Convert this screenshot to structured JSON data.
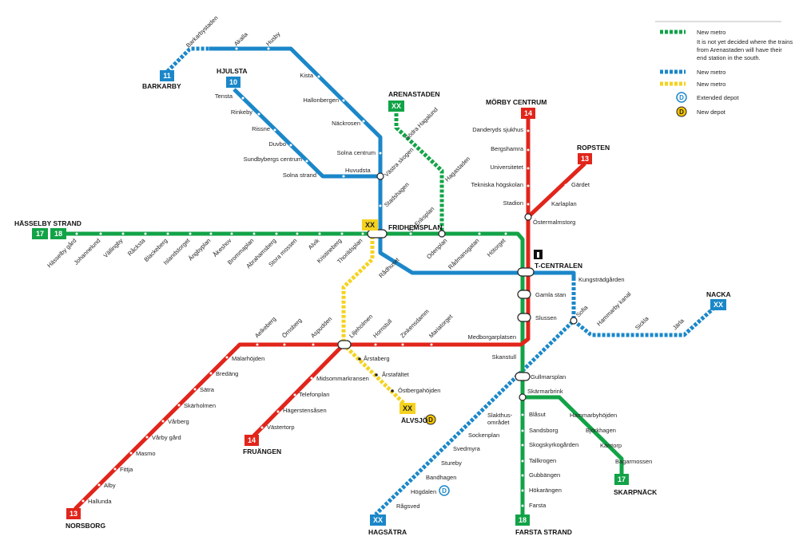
{
  "colors": {
    "blue": "#1b87c9",
    "red": "#e1251b",
    "green": "#12a347",
    "yellow": "#f5d21f",
    "depot_blue": "#1b87c9",
    "depot_yellow": "#f5c400"
  },
  "legend": {
    "new_metro_green": "New metro",
    "green_note_1": "It is not yet decided where the trains",
    "green_note_2": "from Arenastaden will have their",
    "green_note_3": "end station in the south.",
    "new_metro_blue": "New metro",
    "new_metro_yellow": "New metro",
    "extended_depot": "Extended depot",
    "new_depot": "New depot",
    "depot_letter": "D"
  },
  "terminals": {
    "barkarby": "BARKARBY",
    "hjulsta": "HJULSTA",
    "hasselby": "HÄSSELBY STRAND",
    "arenastaden": "ARENASTADEN",
    "morby": "MÖRBY CENTRUM",
    "ropsten": "ROPSTEN",
    "tcentralen": "T-CENTRALEN",
    "nacka": "NACKA",
    "fruangen": "FRUÄNGEN",
    "norsborg": "NORSBORG",
    "alvsjo": "ÄLVSJÖ",
    "hagsatra": "HAGSÄTRA",
    "farsta": "FARSTA STRAND",
    "skarpnack": "SKARPNÄCK",
    "fridhemsplan": "FRIDHEMSPLAN"
  },
  "badges": {
    "b11": "11",
    "b10": "10",
    "bxx_arena": "XX",
    "b14_morby": "14",
    "b13_ropsten": "13",
    "b17_hass": "17",
    "b18_hass": "18",
    "bxx_frid": "XX",
    "bxx_nacka": "XX",
    "b14_fru": "14",
    "b13_nors": "13",
    "bxx_alv": "XX",
    "bxx_hag": "XX",
    "b18_far": "18",
    "b17_skarp": "17"
  },
  "stations": {
    "barkarbystaden": "Barkarbystaden",
    "akalla": "Akalla",
    "husby": "Husby",
    "kista": "Kista",
    "hallonbergen": "Hallonbergen",
    "nackrosen": "Näckrosen",
    "solna_centrum": "Solna centrum",
    "vastra_skogen": "Västra skogen",
    "tensta": "Tensta",
    "rinkeby": "Rinkeby",
    "rissne": "Rissne",
    "duvbo": "Duvbo",
    "sundbybergs": "Sundbybergs centrum",
    "solna_strand": "Solna strand",
    "huvudsta": "Huvudsta",
    "stadshagen": "Stadshagen",
    "sodra_hagalund": "Södra Hagalund",
    "hagastaden": "Hagastaden",
    "danderyds": "Danderyds sjukhus",
    "bergshamra": "Bergshamra",
    "universitetet": "Universitetet",
    "tekniska": "Tekniska högskolan",
    "stadion": "Stadion",
    "ostermalmstorg": "Östermalmstorg",
    "gardet": "Gärdet",
    "karlaplan": "Karlaplan",
    "hasselby_gard": "Hässelby gård",
    "johannelund": "Johannelund",
    "vallingby": "Vällingby",
    "racksta": "Råcksta",
    "blackeberg": "Blackeberg",
    "islandstorget": "Islandstorget",
    "angbyplan": "Ängbyplan",
    "akeshov": "Åkeshov",
    "brommaplan": "Brommaplan",
    "abrahamsberg": "Abrahamsberg",
    "stora_mossen": "Stora mossen",
    "alvik": "Alvik",
    "kristineberg": "Kristineberg",
    "thorildsplan": "Thorildsplan",
    "st_eriksplan": "S:t Eriksplan",
    "odenplan": "Odenplan",
    "radmansgatan": "Rådmansgatan",
    "hotorget": "Hötorget",
    "radhuset": "Rådhuset",
    "kungstradgarden": "Kungsträdgården",
    "gamla_stan": "Gamla stan",
    "slussen": "Slussen",
    "sofia": "Sofia",
    "hammarby_kanal": "Hammarby kanal",
    "sickla": "Sickla",
    "jarla": "Järla",
    "medborgarplatsen": "Medborgarplatsen",
    "skanstull": "Skanstull",
    "gullmarsplan": "Gullmarsplan",
    "skarmarbrink": "Skärmarbrink",
    "blasut": "Blåsut",
    "sandsborg": "Sandsborg",
    "skogskyrkogarden": "Skogskyrkogården",
    "tallkrogen": "Tallkrogen",
    "gubbangen": "Gubbängen",
    "hokarangen": "Hökarängen",
    "farsta": "Farsta",
    "hammarbyhojden": "Hammarbyhöjden",
    "bjorkhagen": "Björkhagen",
    "karrtorp": "Kärrtorp",
    "bagarmossen": "Bagarmossen",
    "aelkeberg": "Aelkeberg",
    "ornsberg": "Örnsberg",
    "aspudden": "Aspudden",
    "liljeholmen": "Liljeholmen",
    "hornstull": "Hornstull",
    "zinkensdamm": "Zinkensdamm",
    "mariatorget": "Mariatorget",
    "malarhojden": "Mälarhöjden",
    "bredang": "Bredäng",
    "satra": "Sätra",
    "skarholmen": "Skärholmen",
    "varberg": "Vårberg",
    "varby_gard": "Vårby gård",
    "masmo": "Masmo",
    "fittja": "Fittja",
    "alby": "Alby",
    "hallunda": "Hallunda",
    "midsommarkransen": "Midsommarkransen",
    "telefonplan": "Telefonplan",
    "hagerstensasen": "Hägerstensåsen",
    "vastertorp": "Västertorp",
    "arstaberg": "Årstaberg",
    "arstafaltet": "Årstafältet",
    "ostbergahojden": "Östbergahöjden",
    "slakthus_1": "Slakthus-",
    "slakthus_2": "området",
    "sockenplan": "Sockenplan",
    "svedmyra": "Svedmyra",
    "stureby": "Stureby",
    "bandhagen": "Bandhagen",
    "hogdalen": "Högdalen",
    "ragsved": "Rågsved"
  }
}
